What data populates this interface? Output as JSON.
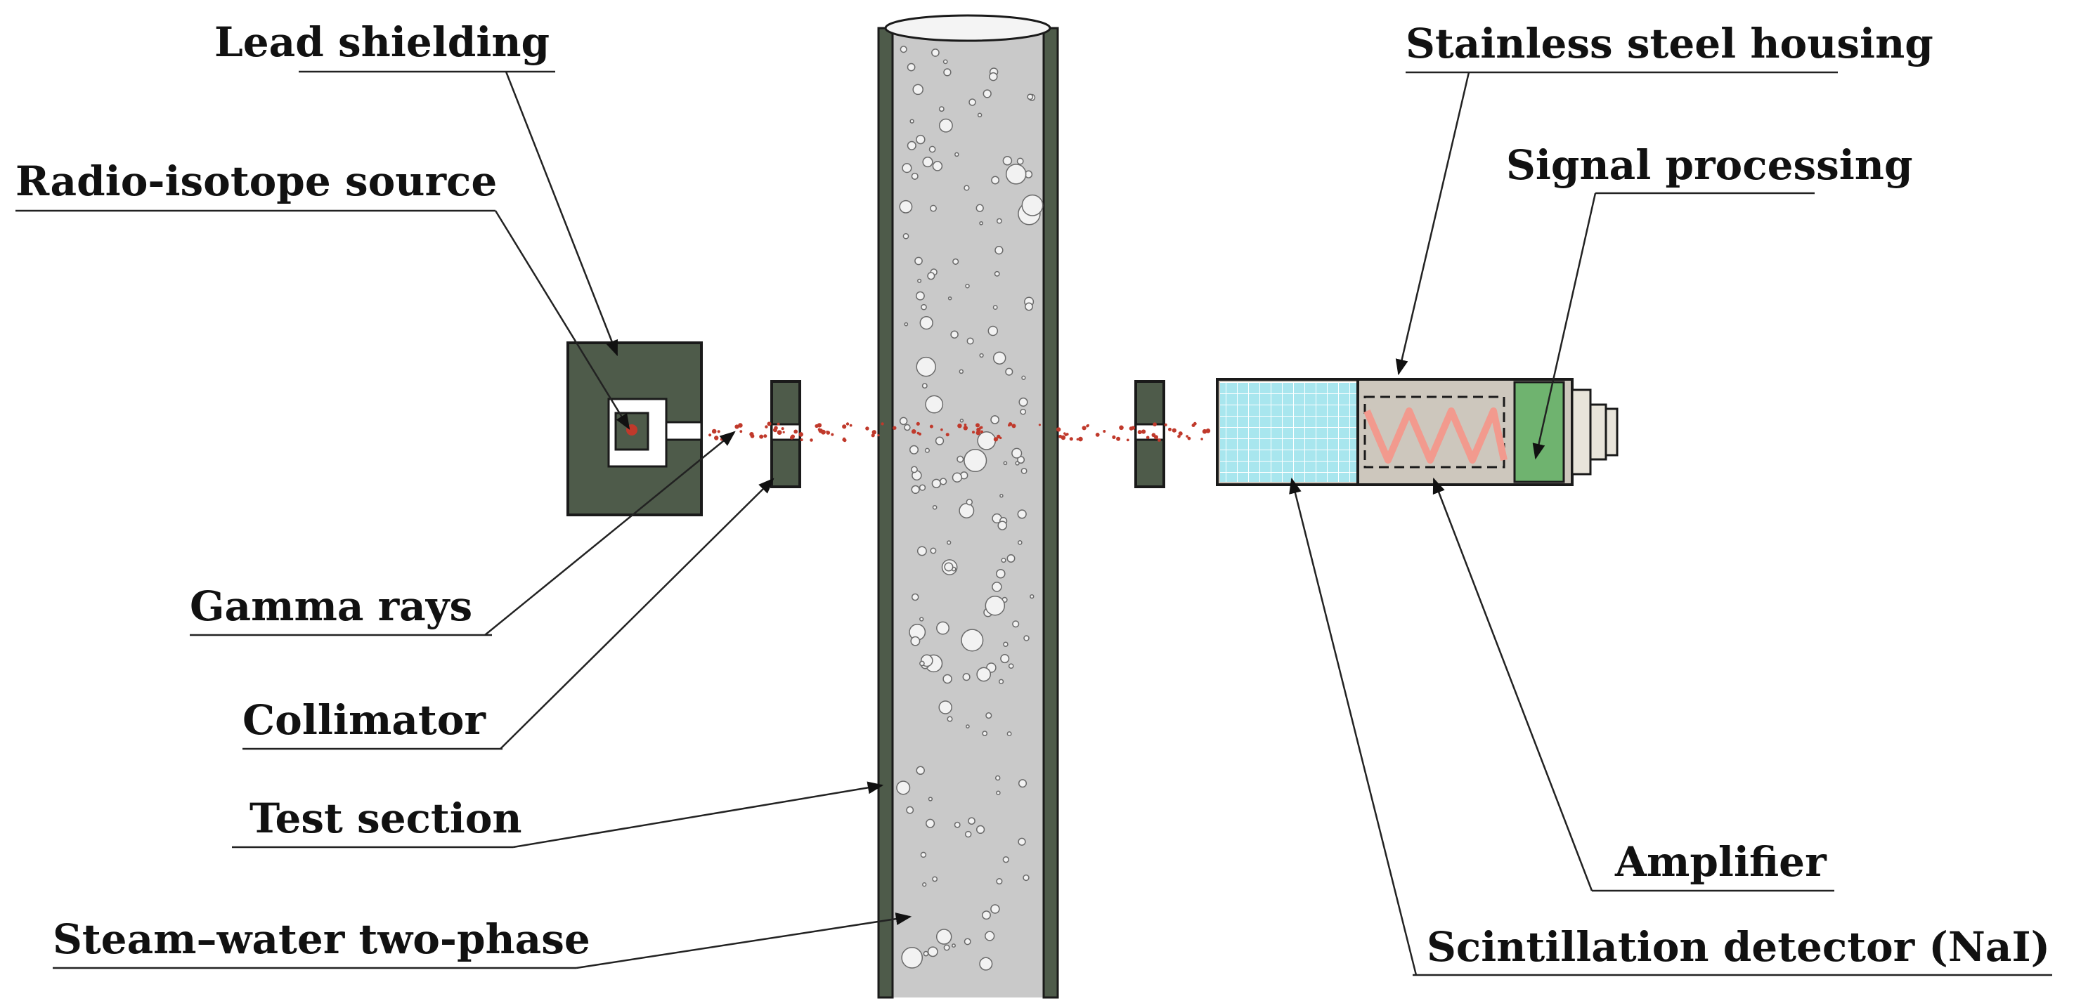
{
  "labels": {
    "lead_shielding": "Lead shielding",
    "radio_isotope_source": "Radio-isotope source",
    "gamma_rays": "Gamma rays",
    "collimator": "Collimator",
    "test_section": "Test section",
    "steam_water": "Steam–water two-phase",
    "stainless_steel_housing": "Stainless steel housing",
    "signal_processing": "Signal processing",
    "amplifier": "Amplifier",
    "scintillation_detector": "Scintillation detector (NaI)"
  },
  "colors": {
    "shielding": "#4e5b4a",
    "pipe_wall": "#4e5b4a",
    "fluid": "#c9c9c9",
    "bubble": "#f2f2f2",
    "housing": "#cdc7bd",
    "scintillator": "#a8e6ee",
    "signal_board": "#6fb36f",
    "coil": "#f29a8e",
    "gamma_dots": "#c0392b"
  }
}
